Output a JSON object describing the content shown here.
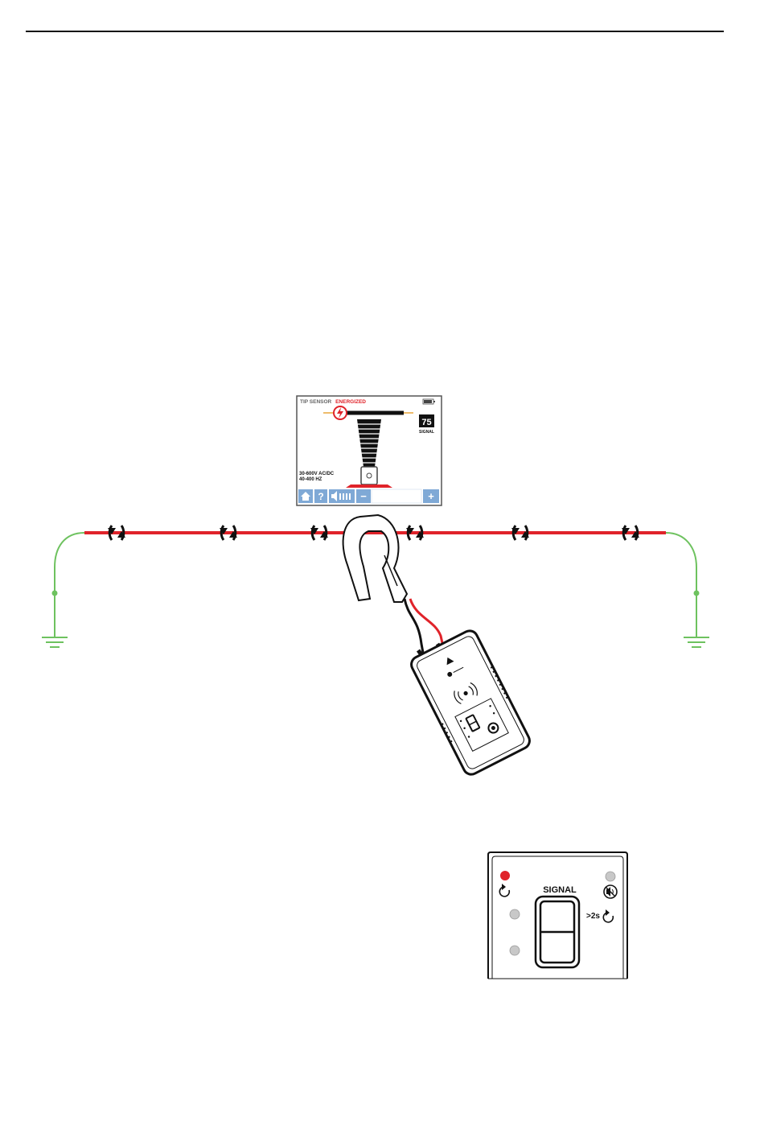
{
  "screen": {
    "title_prefix": "TIP SENSOR",
    "title_status": "ENERGIZED",
    "signal_value": "75",
    "signal_label": "SIGNAL",
    "range_line1": "30-600V AC/DC",
    "range_line2": "40-400 HZ",
    "toolbar": {
      "help_label": "?",
      "minus_label": "−",
      "plus_label": "+"
    }
  },
  "panel": {
    "signal_label": "SIGNAL",
    "long_press_label": ">2s"
  },
  "colors": {
    "wire": "#e0232a",
    "ground": "#6ec25f",
    "screen_toolbar": "#7fa9d6",
    "indicator_active": "#e0232a",
    "indicator_inactive": "#c8c8c8"
  }
}
